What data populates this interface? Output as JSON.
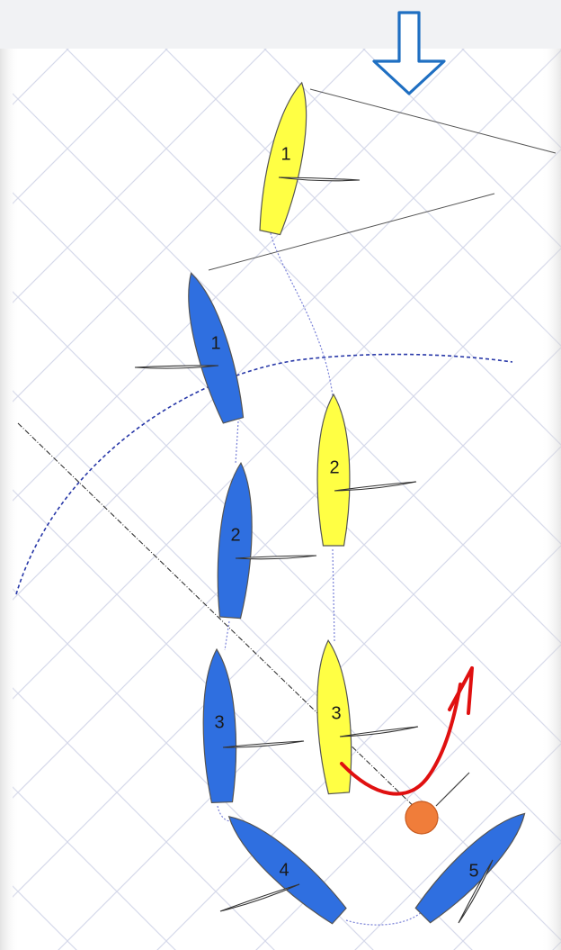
{
  "colors": {
    "background": "#ffffff",
    "grid_lines": "#d5d8ea",
    "yellow_boat": "#ffff44",
    "blue_boat": "#2f6fe0",
    "boat_outline": "#555555",
    "wind_arrow": "#1f6fc2",
    "red_arrow": "#e01010",
    "mark": "#f07d3a",
    "track": "#6b76d8",
    "zone_circle": "#2233aa",
    "layline": "#333333",
    "sail": "#ffffff"
  },
  "icons": {
    "wind": "down-arrow-outline-icon",
    "mark": "orange-circle-mark-icon",
    "maneuver": "curved-red-arrow-icon"
  },
  "yellow_boats": [
    {
      "label": "1"
    },
    {
      "label": "2"
    },
    {
      "label": "3"
    }
  ],
  "blue_boats": [
    {
      "label": "1"
    },
    {
      "label": "2"
    },
    {
      "label": "3"
    },
    {
      "label": "4"
    },
    {
      "label": "5"
    }
  ]
}
